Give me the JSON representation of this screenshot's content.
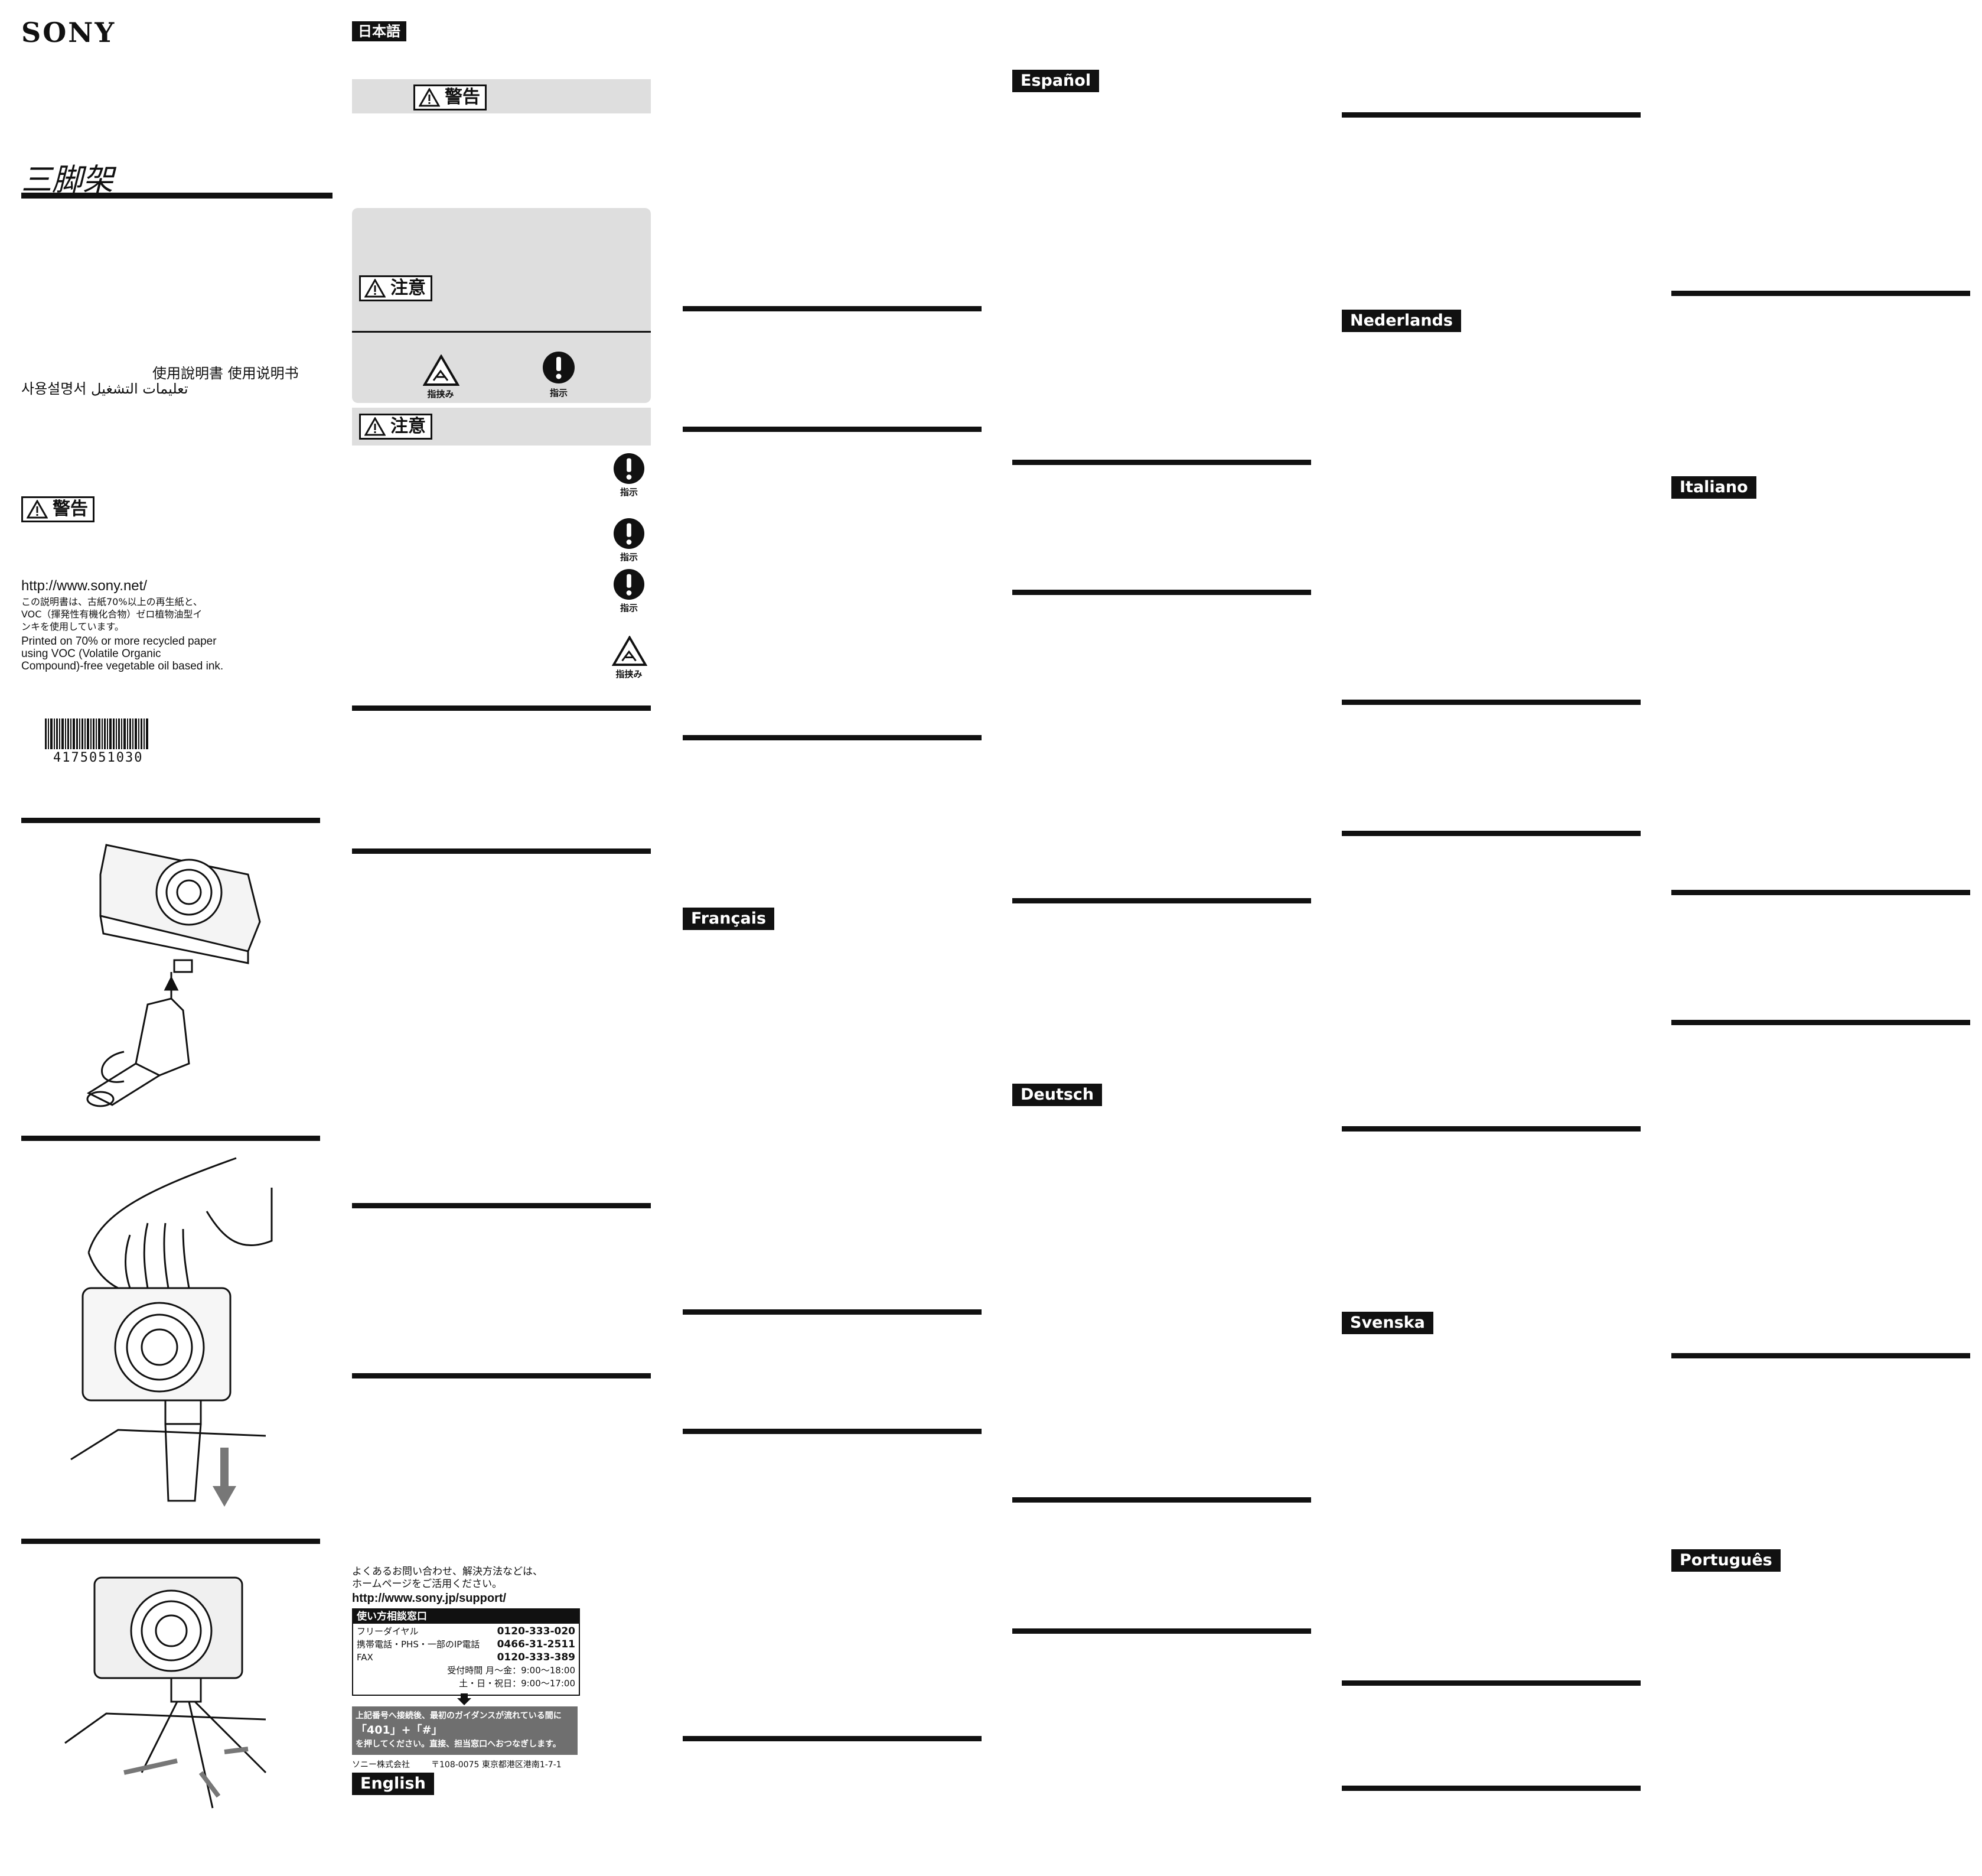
{
  "brand": "SONY",
  "product_title": "三脚架",
  "manual_titles_line1": "使用說明書 使用说明书",
  "manual_titles_line2": "사용설명서 تعليمات التشغيل",
  "warning_label": "警告",
  "caution_label": "注意",
  "website": "http://www.sony.net/",
  "recycled_jp": [
    "この説明書は、古紙70%以上の再生紙と、",
    "VOC（揮発性有機化合物）ゼロ植物油型イ",
    "ンキを使用しています。"
  ],
  "recycled_en": [
    "Printed on 70% or more recycled paper",
    "using VOC (Volatile Organic",
    "Compound)-free vegetable oil based ink."
  ],
  "barcode_number": "4175051030",
  "icons": {
    "pinch": "指挟み",
    "instruction": "指示"
  },
  "languages": {
    "japanese": "日本語",
    "english": "English",
    "espanol": "Español",
    "francais": "Français",
    "deutsch": "Deutsch",
    "nederlands": "Nederlands",
    "svenska": "Svenska",
    "italiano": "Italiano",
    "portugues": "Português"
  },
  "support": {
    "intro_line1": "よくあるお問い合わせ、解決方法などは、",
    "intro_line2": "ホームページをご活用ください。",
    "url": "http://www.sony.jp/support/",
    "header": "使い方相談窓口",
    "rows": [
      {
        "label": "フリーダイヤル",
        "value": "0120-333-020"
      },
      {
        "label": "携帯電話・PHS・一部のIP電話",
        "value": "0466-31-2511"
      },
      {
        "label": "FAX",
        "value": "0120-333-389"
      }
    ],
    "hours_label": "受付時間",
    "hours_weekday": "月～金：9:00～18:00",
    "hours_weekend": "土・日・祝日：9:00～17:00",
    "guidance_line1": "上記番号へ接続後、最初のガイダンスが流れている間に",
    "guidance_line2": "「401」+「#」",
    "guidance_line3": "を押してください。直接、担当窓口へおつなぎします。",
    "company": "ソニー株式会社",
    "address": "〒108-0075 東京都港区港南1-7-1"
  }
}
